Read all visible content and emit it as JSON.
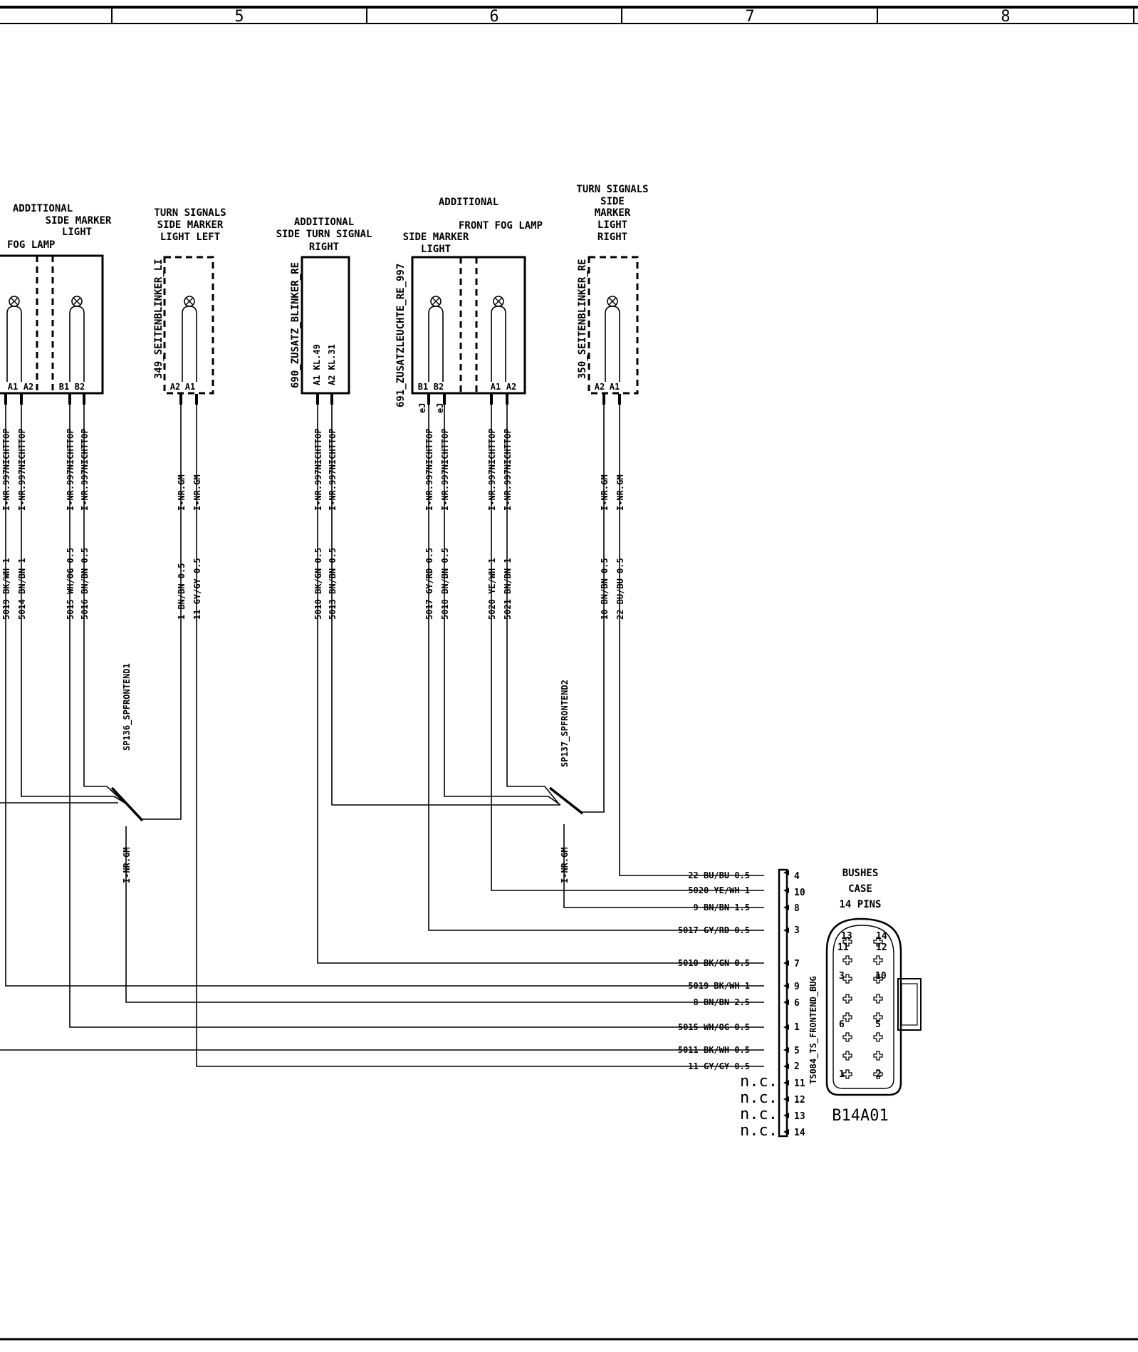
{
  "header": {
    "columns": [
      "5",
      "6",
      "7",
      "8"
    ]
  },
  "components": {
    "fog_left": {
      "title1": "ADDITIONAL",
      "title2": "SIDE MARKER",
      "title3": "LIGHT",
      "title_cut": "FOG LAMP",
      "pins": [
        "A1",
        "A2",
        "B1",
        "B2"
      ]
    },
    "side_left": {
      "title1": "TURN SIGNALS",
      "title2": "SIDE MARKER",
      "title3": "LIGHT LEFT",
      "code": "349_SEITENBLINKER_LI",
      "pins": [
        "A2",
        "A1"
      ]
    },
    "turn_right": {
      "title1": "ADDITIONAL",
      "title2": "SIDE TURN SIGNAL",
      "title3": "RIGHT",
      "code": "690_ZUSATZ_BLINKER_RE",
      "inner1": "A1 KL.49",
      "inner2": "A2 KL.31"
    },
    "fog_right": {
      "title1": "ADDITIONAL",
      "title2": "FRONT FOG LAMP",
      "title3": "SIDE MARKER",
      "title4": "LIGHT",
      "code": "691_ZUSATZLEUCHTE_RE_997",
      "pins": [
        "B1",
        "B2",
        "A1",
        "A2"
      ],
      "marks": [
        "eJ",
        "eJ"
      ]
    },
    "side_right": {
      "title1": "TURN SIGNALS",
      "title2": "SIDE",
      "title3": "MARKER",
      "title4": "LIGHT",
      "title5": "RIGHT",
      "code": "350_SEITENBLINKER_RE",
      "pins": [
        "A2",
        "A1"
      ]
    }
  },
  "vertical_wires": [
    {
      "id": "5019",
      "main": "5019 BK/WH 1",
      "cond": "I-NR.997NICHTTOP"
    },
    {
      "id": "5014",
      "main": "5014 BN/BN 1",
      "cond": "I-NR.997NICHTTOP"
    },
    {
      "id": "5015",
      "main": "5015 WH/OG 0.5",
      "cond": "I-NR.997NICHTTOP"
    },
    {
      "id": "5016",
      "main": "5016 BN/BN 0.5",
      "cond": "I-NR.997NICHTTOP"
    },
    {
      "id": "1",
      "main": "1 BN/BN 0.5",
      "cond": "I-NR.GM"
    },
    {
      "id": "11",
      "main": "11 GY/GY 0.5",
      "cond": "I-NR.GM"
    },
    {
      "id": "5010",
      "main": "5010 BK/GN 0.5",
      "cond": "I-NR.997NICHTTOP"
    },
    {
      "id": "5013",
      "main": "5013 BN/BN 0.5",
      "cond": "I-NR.997NICHTTOP"
    },
    {
      "id": "5017",
      "main": "5017 GY/RD 0.5",
      "cond": "I-NR.997NICHTTOP"
    },
    {
      "id": "5018",
      "main": "5018 BN/BN 0.5",
      "cond": "I-NR.997NICHTTOP"
    },
    {
      "id": "5020",
      "main": "5020 YE/WH 1",
      "cond": "I-NR.997NICHTTOP"
    },
    {
      "id": "5021",
      "main": "5021 BN/BN 1",
      "cond": "I-NR.997NICHTTOP"
    },
    {
      "id": "10",
      "main": "10 BN/BN 0.5",
      "cond": "I-NR.GM"
    },
    {
      "id": "22",
      "main": "22 BU/BU 0.5",
      "cond": "I-NR.GM"
    }
  ],
  "splices": [
    {
      "code": "SP136_SPFRONTEND1",
      "cond": "I-NR.GM"
    },
    {
      "code": "SP137_SPFRONTEND2",
      "cond": "I-NR.GM"
    }
  ],
  "connector": {
    "title1": "BUSHES",
    "title2": "CASE",
    "title3": "14 PINS",
    "code": "TS084_TS_FRONTEND_BUG",
    "name": "B14A01",
    "face_pins": [
      "13",
      "14",
      "11",
      "12",
      "3",
      "10",
      "6",
      "5",
      "2",
      "1"
    ],
    "rows": [
      {
        "wire": "22 BU/BU 0.5",
        "pin": "4"
      },
      {
        "wire": "5020 YE/WH 1",
        "pin": "10"
      },
      {
        "wire": "9 BN/BN 1.5",
        "pin": "8"
      },
      {
        "wire": "5017 GY/RD 0.5",
        "pin": "3"
      },
      {
        "wire": "5010 BK/GN 0.5",
        "pin": "7"
      },
      {
        "wire": "5019 BK/WH 1",
        "pin": "9"
      },
      {
        "wire": "8 BN/BN 2.5",
        "pin": "6"
      },
      {
        "wire": "5015 WH/OG 0.5",
        "pin": "1"
      },
      {
        "wire": "5011 BK/WH 0.5",
        "pin": "5"
      },
      {
        "wire": "11 GY/GY 0.5",
        "pin": "2"
      },
      {
        "wire": "n.c.",
        "pin": "11"
      },
      {
        "wire": "n.c.",
        "pin": "12"
      },
      {
        "wire": "n.c.",
        "pin": "13"
      },
      {
        "wire": "n.c.",
        "pin": "14"
      }
    ]
  }
}
